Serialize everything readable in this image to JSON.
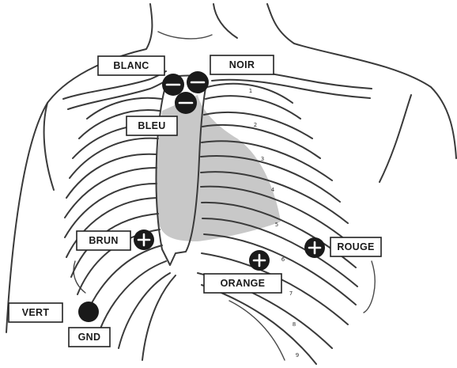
{
  "electrodes": [
    {
      "id": "blanc",
      "label": "BLANC",
      "polarity": "negative"
    },
    {
      "id": "noir",
      "label": "NOIR",
      "polarity": "negative"
    },
    {
      "id": "bleu",
      "label": "BLEU",
      "polarity": "negative"
    },
    {
      "id": "brun",
      "label": "BRUN",
      "polarity": "positive"
    },
    {
      "id": "rouge",
      "label": "ROUGE",
      "polarity": "positive"
    },
    {
      "id": "orange",
      "label": "ORANGE",
      "polarity": "positive"
    },
    {
      "id": "vert",
      "label": "VERT",
      "polarity": "ground"
    },
    {
      "id": "gnd",
      "label": "GND",
      "polarity": "ground"
    }
  ],
  "rib_numbers": [
    "1",
    "2",
    "3",
    "4",
    "5",
    "6",
    "7",
    "8",
    "9"
  ],
  "colors": {
    "line": "#3a3a3a",
    "heart_shade": "#c8c8c8",
    "electrode": "#1a1a1a",
    "label_border": "#222222"
  }
}
